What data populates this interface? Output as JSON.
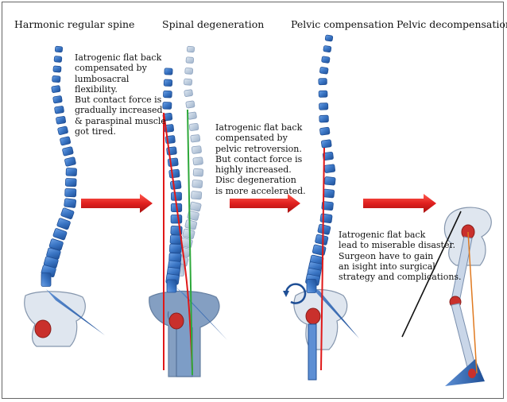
{
  "headings": {
    "stage1": "Harmonic regular spine",
    "stage2": "Spinal degeneration",
    "stage3": "Pelvic compensation",
    "stage4": "Pelvic decompensation"
  },
  "notes": {
    "note1": "Iatrogenic flat back\ncompensated by\nlumbosacral\nflexibility.\nBut contact force is\ngradually increased\n& paraspinal muscle\ngot tired.",
    "note2": "Iatrogenic flat back\ncompensated by\npelvic retroversion.\nBut contact force is\nhighly increased.\nDisc degeneration\nis more accelerated.",
    "note3": "Iatrogenic flat back\nlead to miserable disaster.\nSurgeon have to gain\nan isight into surgical\nstrategy and complications."
  },
  "colors": {
    "vertebra": "#3a75c4",
    "vertebra_dark": "#1f4f96",
    "ghost_vertebra": "#b8c9dc",
    "arrow": "#e0201f",
    "red_line": "#e01818",
    "green_line": "#2da83a",
    "orange_line": "#e07a20",
    "pelvis_fill": "#dfe6ef",
    "pelvis_stroke": "#8596ad",
    "hip_red": "#c9302c"
  },
  "icons": {
    "stage_arrow": "right-arrow-icon",
    "rotation": "curved-rotation-arrow-icon"
  }
}
